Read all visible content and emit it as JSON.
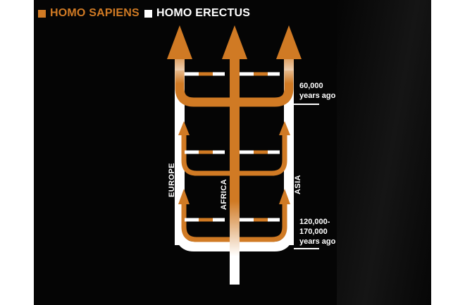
{
  "legend": {
    "items": [
      {
        "label": "HOMO SAPIENS",
        "color": "#d07a24"
      },
      {
        "label": "HOMO ERECTUS",
        "color": "#ffffff"
      }
    ]
  },
  "regions": {
    "europe": "EUROPE",
    "africa": "AFRICA",
    "asia": "ASIA"
  },
  "time_markers": {
    "recent": {
      "line1": "60,000",
      "line2": "years ago"
    },
    "early": {
      "line1": "120,000-",
      "line2": "170,000",
      "line3": "years ago"
    }
  },
  "colors": {
    "sapiens": "#d07a24",
    "erectus": "#ffffff",
    "background": "#050505"
  }
}
